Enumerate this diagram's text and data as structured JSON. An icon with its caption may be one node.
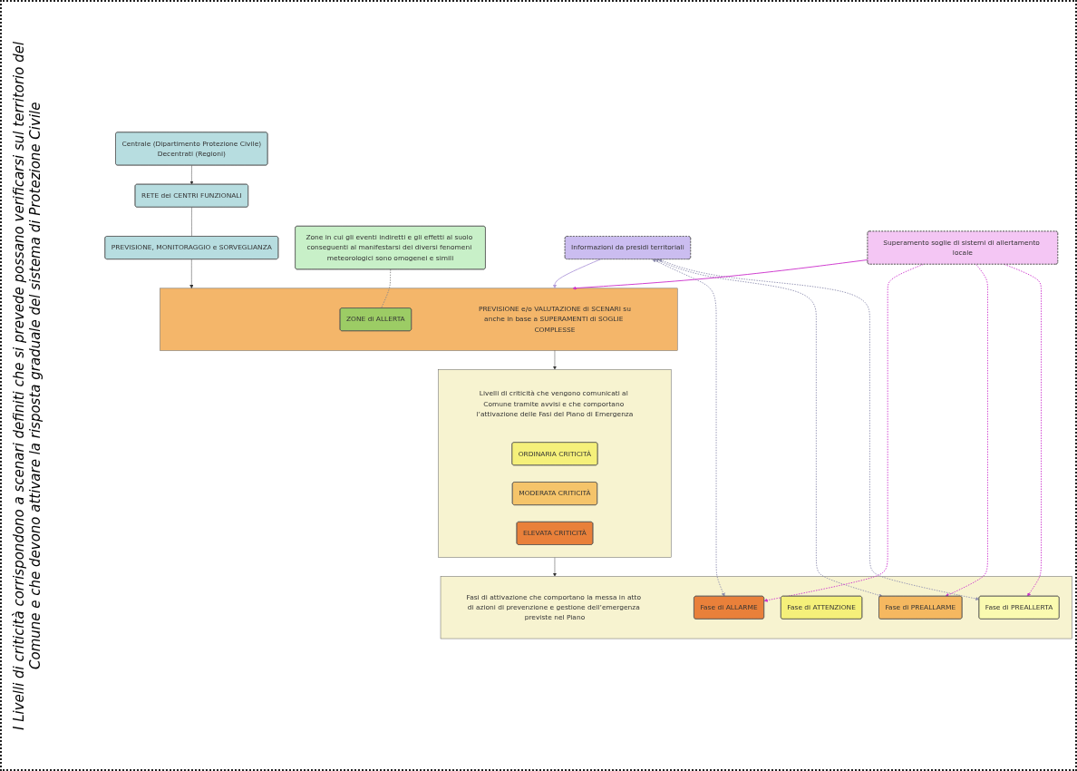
{
  "diagram": {
    "nodes": [
      {
        "text": [
          "RETE dei CENTRI FUNZIONALI"
        ]
      },
      {
        "text": [
          "Centrale (Dipartimento Protezione Civile)",
          "Decentrati (Regioni)"
        ]
      },
      {
        "text": [
          "PREVISIONE, MONITORAGGIO e SORVEGLIANZA"
        ]
      },
      {
        "text": [
          "PREVISIONE e/o VALUTAZIONE di SCENARI su",
          "anche in base a SUPERAMENTI di SOGLIE COMPLESSE"
        ]
      },
      {
        "text": [
          "ZONE di ALLERTA"
        ],
        "in": 3
      },
      {
        "text": [
          "Zone in cui gli eventi indiretti e gli effetti al suolo conseguenti al manifestarsi dei diversi fenomeni meteorologici sono omogenei e simili"
        ]
      },
      {
        "text": [
          "Livelli di criticità che vengono comunicati al Comune tramite avvisi e che comportano l’attivazione delle Fasi del Piano di Emergenza"
        ]
      },
      {
        "text": [
          "ORDINARIA CRITICITÀ"
        ],
        "in": 6
      },
      {
        "text": [
          "MODERATA CRITICITÀ"
        ],
        "in": 6
      },
      {
        "text": [
          "ELEVATA CRITICITÀ"
        ],
        "in": 6
      },
      {
        "text": [
          "Fasi di attivazione che comportano la messa in atto di azioni di prevenzione e gestione dell’emergenza previste nel Piano"
        ]
      },
      {
        "text": [
          "Fase di PREALLERTA"
        ],
        "in": 10
      },
      {
        "text": [
          "Fase di ATTENZIONE"
        ],
        "in": 10
      },
      {
        "text": [
          "Fase di PREALLARME"
        ],
        "in": 10
      },
      {
        "text": [
          "Fase di ALLARME"
        ],
        "in": 10
      },
      {
        "text": [
          "Informazioni da presidi territoriali"
        ]
      },
      {
        "text": [
          "Superamento soglie di sistemi di allertamento locale"
        ]
      }
    ],
    "edges": [
      {
        "from": 1,
        "to": 0,
        "arrow": "to"
      },
      {
        "from": 0,
        "to": 2,
        "arrow": "none"
      },
      {
        "from": 2,
        "to": 3,
        "arrow": "to"
      },
      {
        "from": 5,
        "to": 4,
        "arrow": "none",
        "style": "dashed",
        "color": "#888888"
      },
      {
        "from": 3,
        "to": 6,
        "arrow": "to"
      },
      {
        "from": 6,
        "to": 10,
        "arrow": "to"
      },
      {
        "from": 15,
        "to": 3,
        "arrow": "to",
        "color": "#b39ddb"
      },
      {
        "from": 16,
        "to": 3,
        "arrow": "to",
        "color": "#cc33cc"
      },
      {
        "from": 15,
        "to": 11,
        "arrow": "both",
        "style": "dashed",
        "color": "#8f8fb0"
      },
      {
        "from": 15,
        "to": 13,
        "arrow": "both",
        "style": "dashed",
        "color": "#8f8fb0"
      },
      {
        "from": 15,
        "to": 14,
        "arrow": "both",
        "style": "dashed",
        "color": "#8f8fb0"
      },
      {
        "from": 16,
        "to": 11,
        "arrow": "to",
        "style": "dashed",
        "color": "#cc33cc"
      },
      {
        "from": 16,
        "to": 13,
        "arrow": "to",
        "style": "dashed",
        "color": "#cc33cc"
      },
      {
        "from": 16,
        "to": 14,
        "arrow": "to",
        "style": "dashed",
        "color": "#cc33cc"
      }
    ],
    "labels": [
      "I Livelli di criticità corrispondono a scenari definiti che si prevede possano verificarsi sul territorio del Comune e che devono attivare la risposta graduale del sistema di Protezione Civile"
    ]
  }
}
